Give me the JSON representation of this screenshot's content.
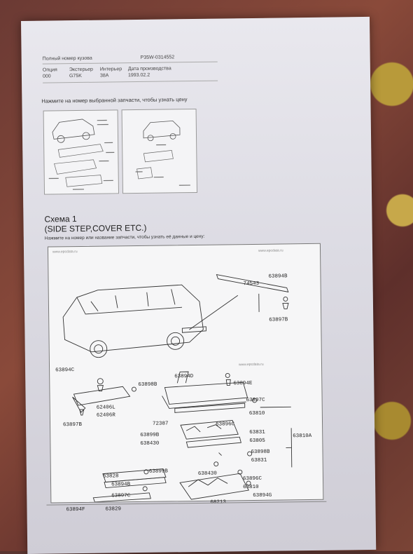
{
  "header": {
    "body_number_label": "Полный номер кузова",
    "body_number_value": "P35W-0314552",
    "columns": [
      "Опция",
      "Экстерьер",
      "Интерьер",
      "Дата производства"
    ],
    "values": [
      "000",
      "G75K",
      "38A",
      "1993.02.2"
    ]
  },
  "hint_top": "Нажмите на номер выбранной запчасти, чтобы узнать цену",
  "schema": {
    "title_line1": "Схема 1",
    "title_line2": "(SIDE STEP,COVER ETC.)",
    "hint": "Нажмите на номер или название запчасти, чтобы узнать её данные и цену:",
    "watermark": "www.epcdata.ru",
    "parts": {
      "p74543": "74543",
      "p63894B_top": "63894B",
      "p63897B_top": "63897B",
      "p63894C": "63894C",
      "p63898B": "63898B",
      "p63894D": "63894D",
      "p63894E": "63894E",
      "p62406L": "62406L",
      "p62406R": "62406R",
      "p63897B": "63897B",
      "p63897C_mid": "63897C",
      "p72387": "72387",
      "p63896C_mid": "63896C",
      "p63810_mid": "63810",
      "p63899B_mid": "63899B",
      "p63831_a": "63831",
      "p63810A": "63810A",
      "p638430": "638430",
      "p63805": "63805",
      "p63898B_b": "63898B",
      "p63831_b": "63831",
      "p63828": "63828",
      "p63899B_low": "63899B",
      "p638430_low": "638430",
      "p63894B_low": "63894B",
      "p63896C_low": "63896C",
      "p63810_low": "63810",
      "p63897C_low": "63897C",
      "p63894G": "63894G",
      "p68213": "68213",
      "p63894F": "63894F",
      "p63829": "63829"
    }
  }
}
